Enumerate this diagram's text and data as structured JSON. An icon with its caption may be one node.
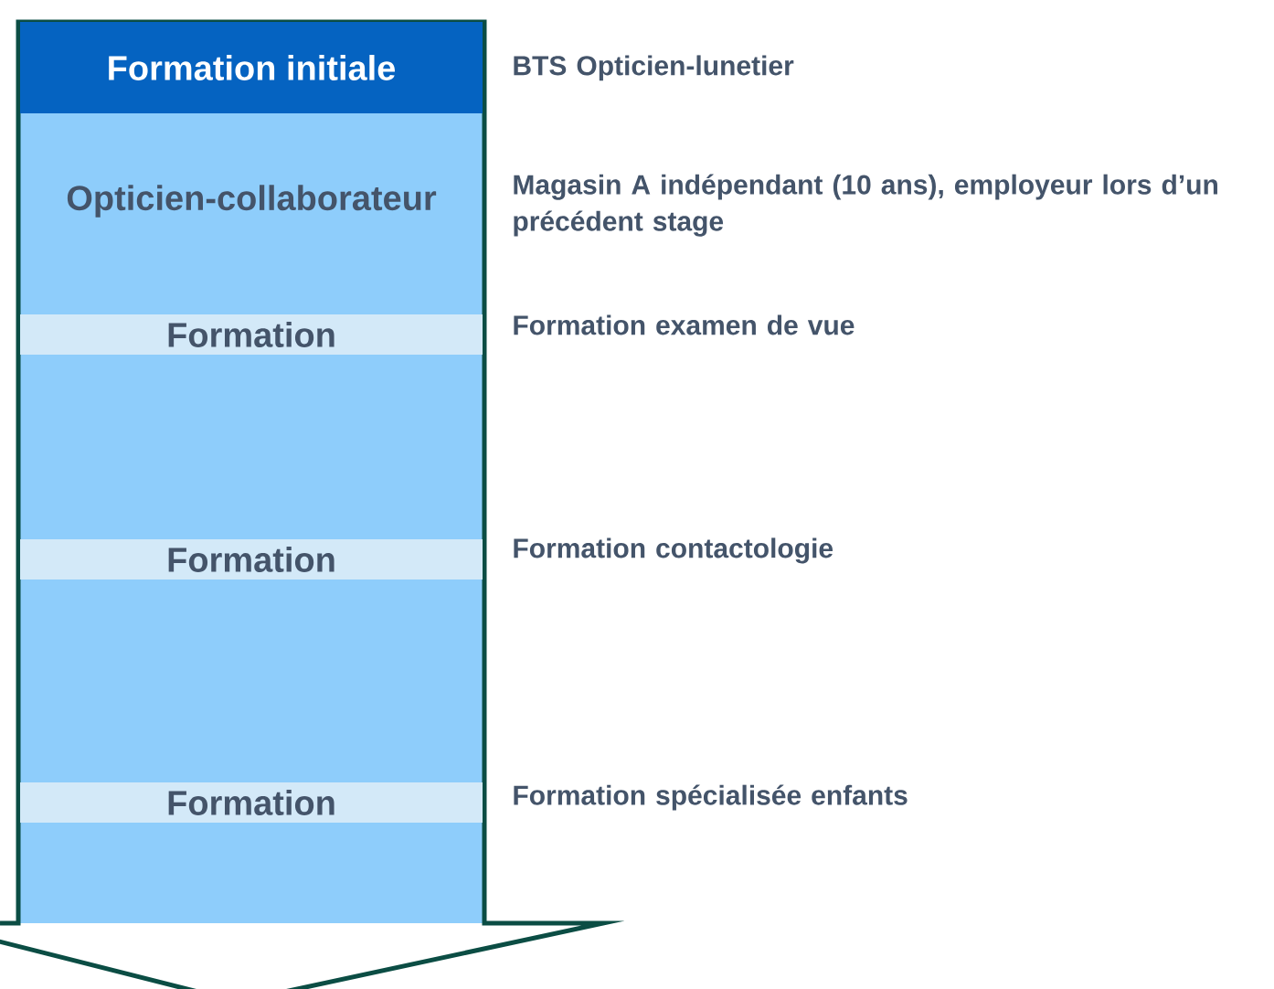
{
  "diagram": {
    "nodes": [
      {
        "text": [],
        "shape": "arrow"
      },
      {
        "text": [
          "Formation initiale"
        ],
        "in": 0,
        "beside": [
          "BTS Opticien-lunetier"
        ]
      },
      {
        "text": [
          "Opticien-collaborateur"
        ],
        "in": 0,
        "beside": [
          "Magasin A indépendant (10 ans), employeur lors d’un précédent stage"
        ]
      },
      {
        "text": [
          "Formation"
        ],
        "in": 0,
        "beside": [
          "Formation examen de vue"
        ]
      },
      {
        "text": [
          "Formation"
        ],
        "in": 0,
        "beside": [
          "Formation contactologie"
        ]
      },
      {
        "text": [
          "Formation"
        ],
        "in": 0,
        "beside": [
          "Formation spécialisée enfants"
        ]
      }
    ]
  }
}
